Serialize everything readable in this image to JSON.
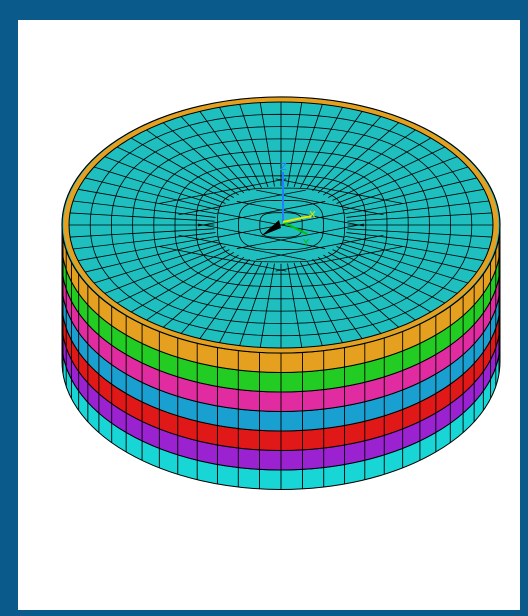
{
  "window": {
    "frame_color": "#0a5a8c",
    "viewport_color": "#ffffff"
  },
  "model": {
    "shape": "meshed cylinder",
    "top_face_color": "#1fbfbf",
    "mesh_line_color": "#000000",
    "radial_divisions": 64,
    "ring_count": 10,
    "layer_colors": [
      "#e6a020",
      "#22cc22",
      "#e02ca0",
      "#1aa0d0",
      "#e01818",
      "#9a22d0",
      "#18d6d6"
    ]
  },
  "triad": {
    "x_label": "X",
    "y_label": "Y",
    "z_label": "Z",
    "x_axis_color": "#e8e800",
    "y_axis_color": "#00c000",
    "z_axis_color": "#2080ff",
    "origin_marker": "black-arrow"
  }
}
